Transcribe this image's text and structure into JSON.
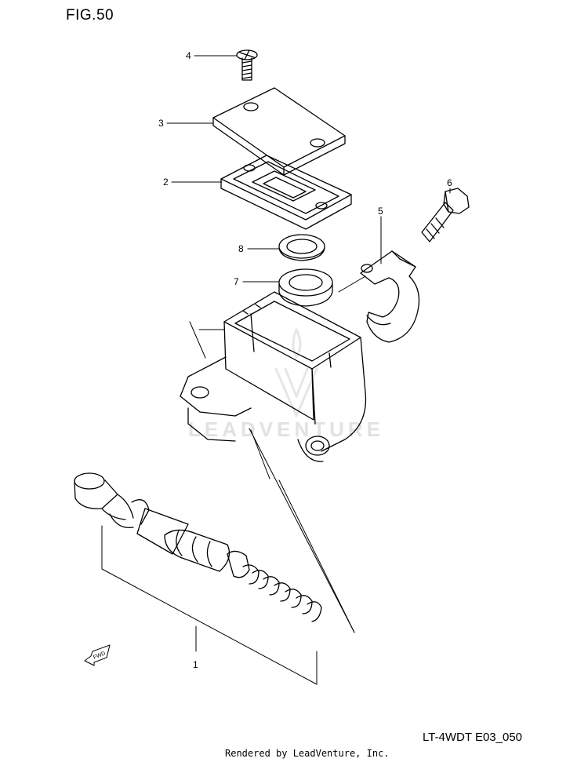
{
  "figure": {
    "title": "FIG.50",
    "code": "LT-4WDT E03_050",
    "credit": "Rendered by LeadVenture, Inc.",
    "watermark": "LEADVENTURE",
    "fwd_label": "FWD"
  },
  "callouts": [
    {
      "id": "1",
      "label": "1"
    },
    {
      "id": "2",
      "label": "2"
    },
    {
      "id": "3",
      "label": "3"
    },
    {
      "id": "4",
      "label": "4"
    },
    {
      "id": "5",
      "label": "5"
    },
    {
      "id": "6",
      "label": "6"
    },
    {
      "id": "7",
      "label": "7"
    },
    {
      "id": "8",
      "label": "8"
    }
  ],
  "colors": {
    "line": "#000000",
    "watermark": "#e2e2e2",
    "background": "#ffffff"
  }
}
